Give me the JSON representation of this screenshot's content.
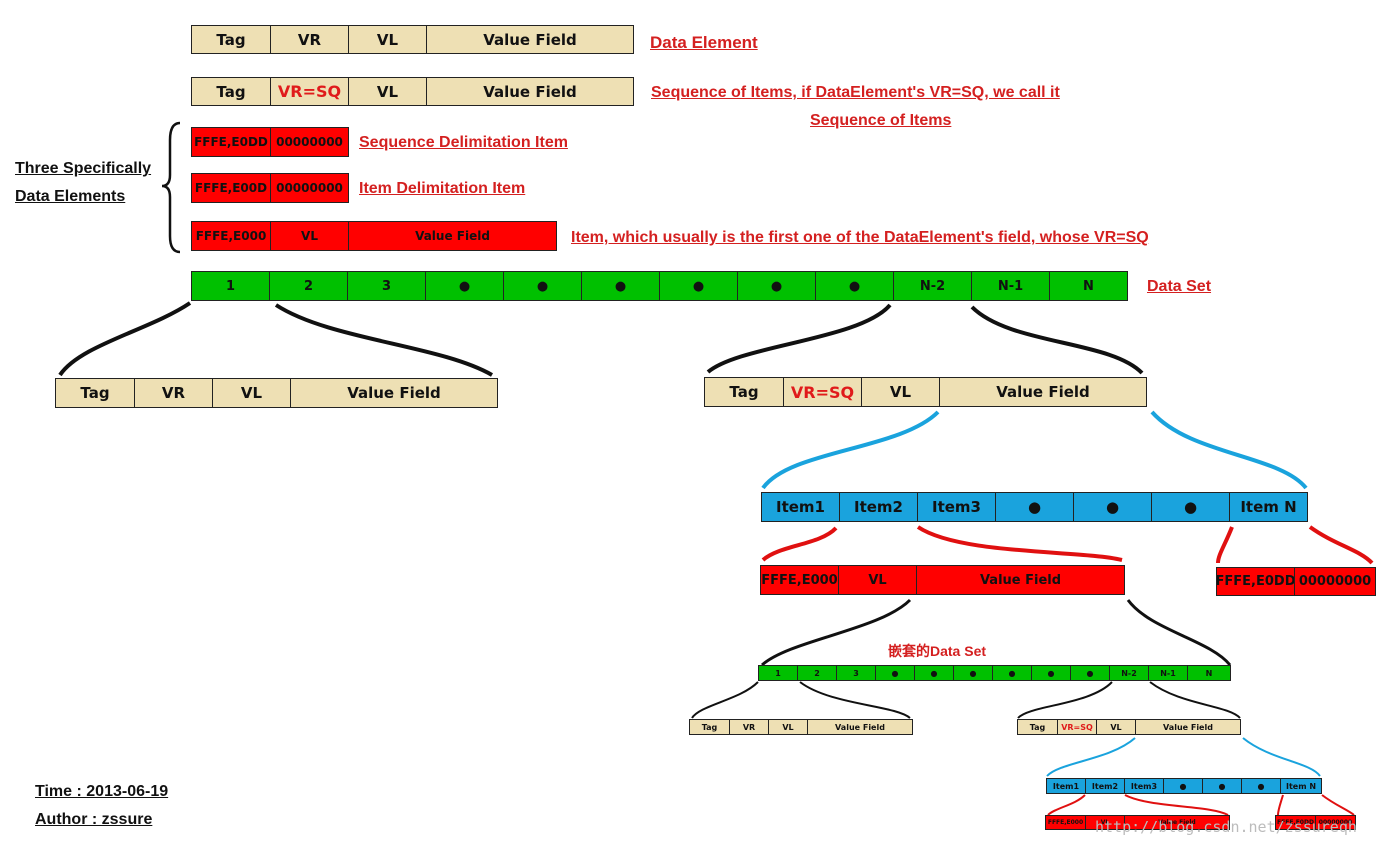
{
  "element_cells": [
    "Tag",
    "VR",
    "VL",
    "Value Field"
  ],
  "sq_cells": [
    "Tag",
    "VR=SQ",
    "VL",
    "Value Field"
  ],
  "seq_delim_cells": [
    "FFFE,E0DD",
    "00000000"
  ],
  "item_delim_cells": [
    "FFFE,E00D",
    "00000000"
  ],
  "item_cells": [
    "FFFE,E000",
    "VL",
    "Value Field"
  ],
  "dataset_cells": [
    "1",
    "2",
    "3",
    "●",
    "●",
    "●",
    "●",
    "●",
    "●",
    "N-2",
    "N-1",
    "N"
  ],
  "items_row_cells": [
    "Item1",
    "Item2",
    "Item3",
    "●",
    "●",
    "●",
    "Item N"
  ],
  "labels": {
    "data_element": "Data Element",
    "sequence_line1": "Sequence of Items, if DataElement's VR=SQ, we call it",
    "sequence_line2": "Sequence of Items",
    "seq_delim": "Sequence Delimitation Item",
    "item_delim": "Item Delimitation Item",
    "item": "Item, which usually is the first one of the DataElement's field, whose VR=SQ",
    "data_set": "Data Set",
    "nested": "嵌套的Data Set"
  },
  "three_specific": {
    "line1": "Three Specifically",
    "line2": "Data Elements"
  },
  "footer": {
    "time": "Time : 2013-06-19",
    "author": "Author : zssure"
  },
  "watermark": "http://blog.csdn.net/zssureqh",
  "colors": {
    "tan": "#eee0b4",
    "red": "#ff0000",
    "green": "#00c000",
    "blue": "#1aa3dd",
    "label_red": "#d42020",
    "line_black": "#111111",
    "line_blue": "#1aa3dd",
    "line_red": "#e01010"
  }
}
